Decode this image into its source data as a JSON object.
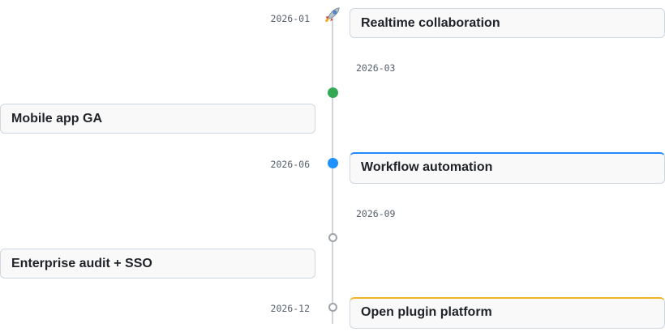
{
  "milestones": [
    {
      "date": "2026-01",
      "title": "Realtime collaboration",
      "marker": "rocket-icon"
    },
    {
      "date": "2026-03",
      "title": "Mobile app GA",
      "marker": "filled-green-dot",
      "color": "#34a853"
    },
    {
      "date": "2026-06",
      "title": "Workflow automation",
      "marker": "filled-blue-dot",
      "color": "#1e90ff",
      "accent": "#2188ff"
    },
    {
      "date": "2026-09",
      "title": "Enterprise audit + SSO",
      "marker": "hollow-grey-dot",
      "color": "#9ea3a8"
    },
    {
      "date": "2026-12",
      "title": "Open plugin platform",
      "marker": "hollow-grey-dot",
      "color": "#9ea3a8",
      "accent": "#f0b429"
    }
  ]
}
